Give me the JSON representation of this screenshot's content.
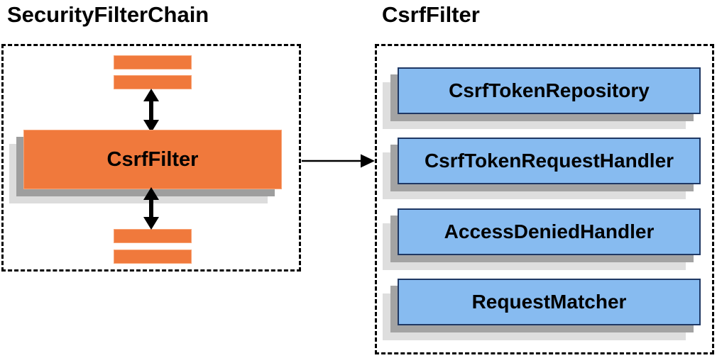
{
  "diagram": {
    "left": {
      "title": "SecurityFilterChain",
      "filter_label": "CsrfFilter"
    },
    "right": {
      "title": "CsrfFilter",
      "components": [
        "CsrfTokenRepository",
        "CsrfTokenRequestHandler",
        "AccessDeniedHandler",
        "RequestMatcher"
      ]
    },
    "colors": {
      "orange_fill": "#F0793C",
      "blue_fill": "#87BBF0",
      "blue_border": "#1F3864",
      "shadow_dark": "#9E9E9E",
      "shadow_light": "#DCDCDC",
      "arrow": "#000000",
      "dashed_border": "#000000"
    }
  }
}
